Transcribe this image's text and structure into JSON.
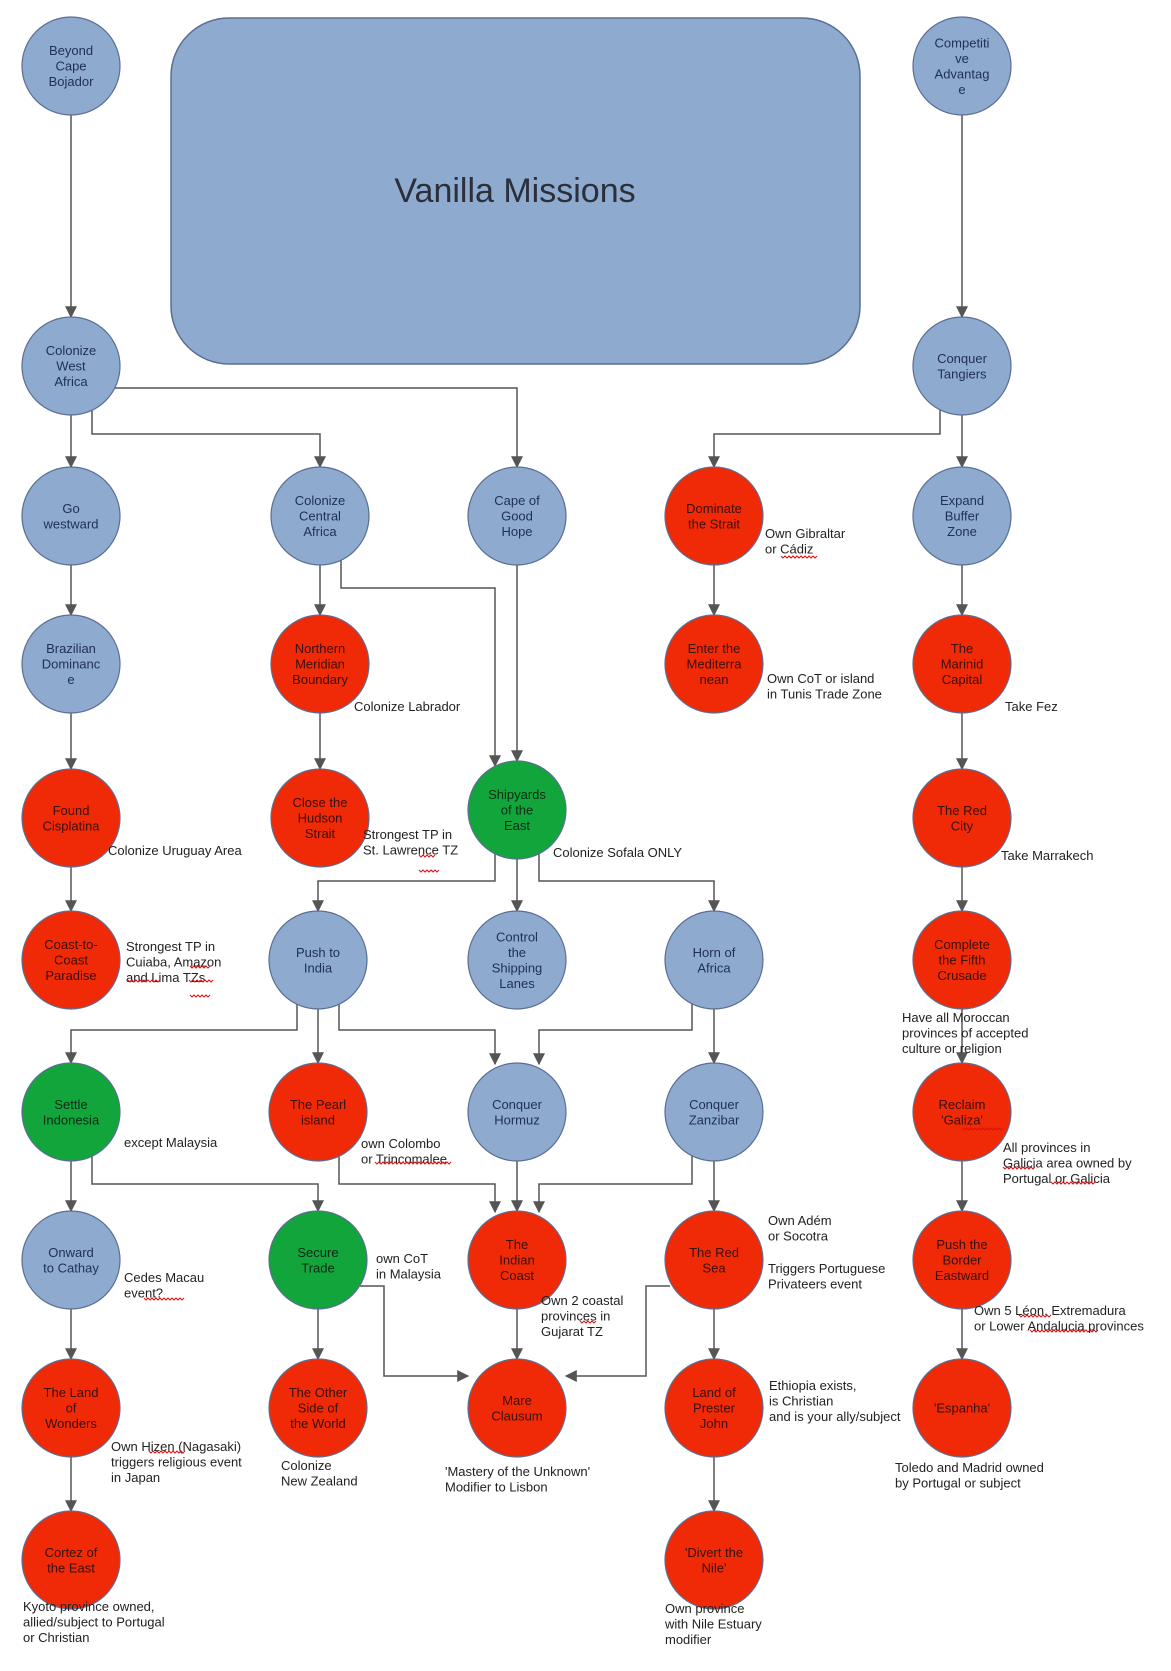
{
  "title": "Vanilla Missions",
  "colors": {
    "blue": "#8eaacf",
    "red": "#f02a06",
    "green": "#12a53c",
    "stroke": "#5a6e93",
    "edge": "#555555",
    "title_box": "#8eaacf"
  },
  "nodes": [
    {
      "id": "beyond-cape-bojador",
      "lines": [
        "Beyond",
        "Cape",
        "Bojador"
      ],
      "color": "blue"
    },
    {
      "id": "colonize-west-africa",
      "lines": [
        "Colonize",
        "West",
        "Africa"
      ],
      "color": "blue"
    },
    {
      "id": "go-westward",
      "lines": [
        "Go",
        "westward"
      ],
      "color": "blue"
    },
    {
      "id": "brazilian-dominance",
      "lines": [
        "Brazilian",
        "Dominanc",
        "e"
      ],
      "color": "blue"
    },
    {
      "id": "found-cisplatina",
      "lines": [
        "Found",
        "Cisplatina"
      ],
      "color": "red"
    },
    {
      "id": "coast-to-coast-paradise",
      "lines": [
        "Coast-to-",
        "Coast",
        "Paradise"
      ],
      "color": "red"
    },
    {
      "id": "colonize-central-africa",
      "lines": [
        "Colonize",
        "Central",
        "Africa"
      ],
      "color": "blue"
    },
    {
      "id": "northern-meridian-boundary",
      "lines": [
        "Northern",
        "Meridian",
        "Boundary"
      ],
      "color": "red"
    },
    {
      "id": "close-the-hudson-strait",
      "lines": [
        "Close the",
        "Hudson",
        "Strait"
      ],
      "color": "red"
    },
    {
      "id": "cape-of-good-hope",
      "lines": [
        "Cape of",
        "Good",
        "Hope"
      ],
      "color": "blue"
    },
    {
      "id": "shipyards-of-the-east",
      "lines": [
        "Shipyards",
        "of the",
        "East"
      ],
      "color": "green"
    },
    {
      "id": "push-to-india",
      "lines": [
        "Push to",
        "India"
      ],
      "color": "blue"
    },
    {
      "id": "control-the-shipping-lanes",
      "lines": [
        "Control",
        "the",
        "Shipping",
        "Lanes"
      ],
      "color": "blue"
    },
    {
      "id": "horn-of-africa",
      "lines": [
        "Horn of",
        "Africa"
      ],
      "color": "blue"
    },
    {
      "id": "settle-indonesia",
      "lines": [
        "Settle",
        "Indonesia"
      ],
      "color": "green"
    },
    {
      "id": "the-pearl-island",
      "lines": [
        "The Pearl",
        "island"
      ],
      "color": "red"
    },
    {
      "id": "conquer-hormuz",
      "lines": [
        "Conquer",
        "Hormuz"
      ],
      "color": "blue"
    },
    {
      "id": "conquer-zanzibar",
      "lines": [
        "Conquer",
        "Zanzibar"
      ],
      "color": "blue"
    },
    {
      "id": "onward-to-cathay",
      "lines": [
        "Onward",
        "to Cathay"
      ],
      "color": "blue"
    },
    {
      "id": "secure-trade",
      "lines": [
        "Secure",
        "Trade"
      ],
      "color": "green"
    },
    {
      "id": "the-indian-coast",
      "lines": [
        "The",
        "Indian",
        "Coast"
      ],
      "color": "red"
    },
    {
      "id": "the-red-sea",
      "lines": [
        "The Red",
        "Sea"
      ],
      "color": "red"
    },
    {
      "id": "the-land-of-wonders",
      "lines": [
        "The Land",
        "of",
        "Wonders"
      ],
      "color": "red"
    },
    {
      "id": "the-other-side-of-the-world",
      "lines": [
        "The Other",
        "Side of",
        "the World"
      ],
      "color": "red"
    },
    {
      "id": "mare-clausum",
      "lines": [
        "Mare",
        "Clausum"
      ],
      "color": "red"
    },
    {
      "id": "land-of-prester-john",
      "lines": [
        "Land of",
        "Prester",
        "John"
      ],
      "color": "red"
    },
    {
      "id": "cortez-of-the-east",
      "lines": [
        "Cortez of",
        "the East"
      ],
      "color": "red"
    },
    {
      "id": "divert-the-nile",
      "lines": [
        "'Divert the",
        "Nile'"
      ],
      "color": "red"
    },
    {
      "id": "dominate-the-strait",
      "lines": [
        "Dominate",
        "the Strait"
      ],
      "color": "red"
    },
    {
      "id": "enter-the-mediterranean",
      "lines": [
        "Enter the",
        "Mediterra",
        "nean"
      ],
      "color": "red"
    },
    {
      "id": "competitive-advantage",
      "lines": [
        "Competiti",
        "ve",
        "Advantag",
        "e"
      ],
      "color": "blue"
    },
    {
      "id": "conquer-tangiers",
      "lines": [
        "Conquer",
        "Tangiers"
      ],
      "color": "blue"
    },
    {
      "id": "expand-buffer-zone",
      "lines": [
        "Expand",
        "Buffer",
        "Zone"
      ],
      "color": "blue"
    },
    {
      "id": "the-marinid-capital",
      "lines": [
        "The",
        "Marinid",
        "Capital"
      ],
      "color": "red"
    },
    {
      "id": "the-red-city",
      "lines": [
        "The Red",
        "City"
      ],
      "color": "red"
    },
    {
      "id": "complete-the-fifth-crusade",
      "lines": [
        "Complete",
        "the Fifth",
        "Crusade"
      ],
      "color": "red"
    },
    {
      "id": "reclaim-galiza",
      "lines": [
        "Reclaim",
        "'Galiza'"
      ],
      "color": "red"
    },
    {
      "id": "push-the-border-eastward",
      "lines": [
        "Push the",
        "Border",
        "Eastward"
      ],
      "color": "red"
    },
    {
      "id": "espanha",
      "lines": [
        "'Espanha'"
      ],
      "color": "red"
    }
  ],
  "notes": [
    {
      "id": "note-cisplatina",
      "lines": [
        "Colonize Uruguay Area"
      ]
    },
    {
      "id": "note-coast-to-coast",
      "lines": [
        "Strongest TP in",
        "Cuiaba, Amazon",
        "and Lima TZs"
      ]
    },
    {
      "id": "note-northern-meridian",
      "lines": [
        "Colonize Labrador"
      ]
    },
    {
      "id": "note-hudson",
      "lines": [
        "Strongest TP in",
        "St. Lawrence TZ"
      ]
    },
    {
      "id": "note-shipyards",
      "lines": [
        "Colonize Sofala ONLY"
      ]
    },
    {
      "id": "note-settle-indonesia",
      "lines": [
        "except Malaysia"
      ]
    },
    {
      "id": "note-pearl-island",
      "lines": [
        "own Colombo",
        "or Trincomalee"
      ]
    },
    {
      "id": "note-cathay",
      "lines": [
        "Cedes Macau",
        "event?"
      ]
    },
    {
      "id": "note-secure-trade",
      "lines": [
        "own CoT",
        "in Malaysia"
      ]
    },
    {
      "id": "note-indian-coast",
      "lines": [
        "Own 2 coastal",
        "provinces in",
        "Gujarat TZ"
      ]
    },
    {
      "id": "note-red-sea-1",
      "lines": [
        "Own Adém",
        "or Socotra"
      ]
    },
    {
      "id": "note-red-sea-2",
      "lines": [
        "Triggers Portuguese",
        "Privateers event"
      ]
    },
    {
      "id": "note-land-of-wonders",
      "lines": [
        "Own Hizen (Nagasaki)",
        "triggers religious event",
        "in Japan"
      ]
    },
    {
      "id": "note-other-side",
      "lines": [
        "Colonize",
        "New Zealand"
      ]
    },
    {
      "id": "note-mare-clausum",
      "lines": [
        "'Mastery of the Unknown'",
        "Modifier to Lisbon"
      ]
    },
    {
      "id": "note-prester-john",
      "lines": [
        "Ethiopia exists,",
        "is Christian",
        "and is your ally/subject"
      ]
    },
    {
      "id": "note-cortez",
      "lines": [
        "Kyoto province owned,",
        "allied/subject to Portugal",
        "or Christian"
      ]
    },
    {
      "id": "note-divert-nile",
      "lines": [
        "Own province",
        "with Nile Estuary",
        "modifier"
      ]
    },
    {
      "id": "note-dominate-strait",
      "lines": [
        "Own Gibraltar",
        "or Cádiz"
      ]
    },
    {
      "id": "note-mediterranean",
      "lines": [
        "Own CoT or island",
        "in Tunis Trade Zone"
      ]
    },
    {
      "id": "note-marinid",
      "lines": [
        "Take Fez"
      ]
    },
    {
      "id": "note-red-city",
      "lines": [
        "Take Marrakech"
      ]
    },
    {
      "id": "note-fifth-crusade",
      "lines": [
        "Have all Moroccan",
        "provinces of accepted",
        "culture or religion"
      ]
    },
    {
      "id": "note-galiza",
      "lines": [
        "All provinces in",
        "Galicia area owned by",
        "Portugal or Galicia"
      ]
    },
    {
      "id": "note-push-border",
      "lines": [
        "Own 5 Léon, Extremadura",
        "or Lower Andalucia provinces"
      ]
    },
    {
      "id": "note-espanha",
      "lines": [
        "Toledo and Madrid owned",
        "by Portugal or subject"
      ]
    }
  ]
}
